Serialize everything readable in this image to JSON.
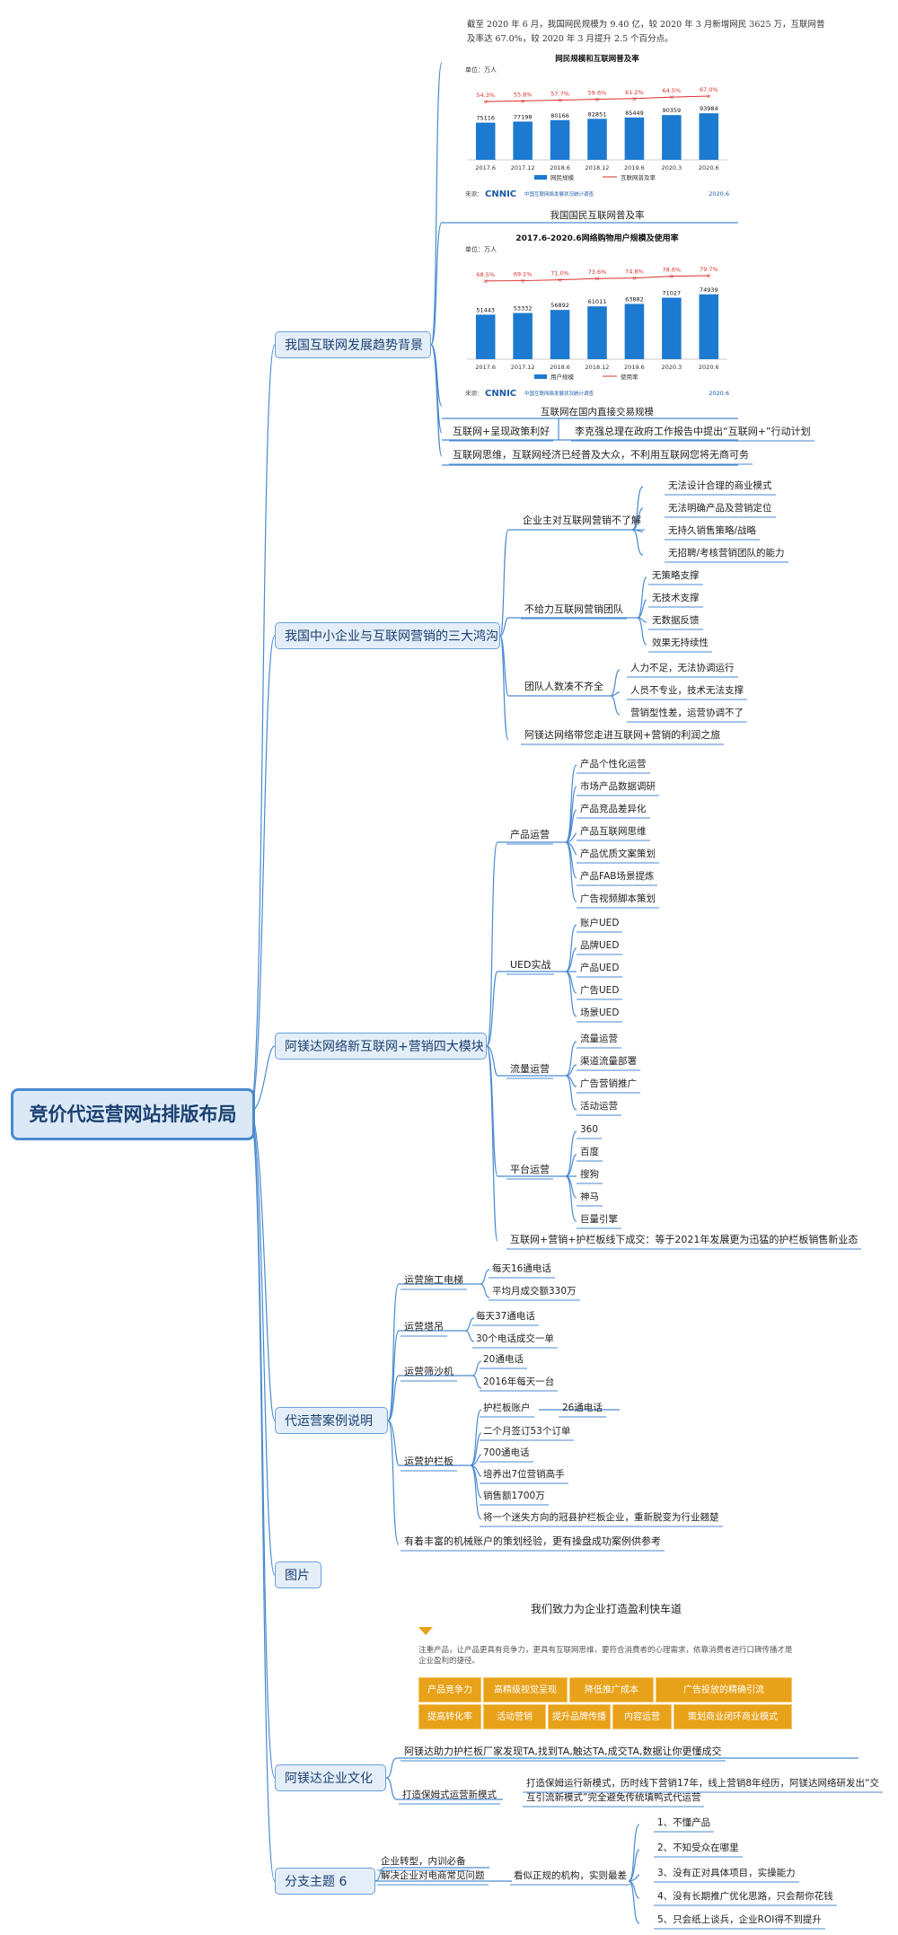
{
  "root": "竞价代运营网站排版布局",
  "topics": {
    "t1": "我国互联网发展趋势背景",
    "t2": "我国中小企业与互联网营销的三大鸿沟",
    "t3": "阿镁达网络新互联网+营销四大模块",
    "t4": "代运营案例说明",
    "t5": "图片",
    "t6": "阿镁达企业文化",
    "t7": "分支主题 6"
  },
  "t1": {
    "intro1": "截至 2020 年 6 月，我国网民规模为 9.40 亿，较 2020 年 3 月新增网民 3625 万，互联网普",
    "intro2": "及率达 67.0%，较 2020 年 3 月提升 2.5 个百分点。",
    "chart1_caption": "我国国民互联网普及率",
    "chart2_caption": "互联网在国内直接交易规模",
    "policy_label": "互联网+呈现政策利好",
    "policy_text": "李克强总理在政府工作报告中提出“互联网+”行动计划",
    "thinking": "互联网思维，互联网经济已经普及大众，不利用互联网您将无商可务"
  },
  "chart_data": [
    {
      "type": "bar",
      "title": "网民规模和互联网普及率",
      "unit": "单位：万人",
      "categories": [
        "2017.6",
        "2017.12",
        "2018.6",
        "2018.12",
        "2019.6",
        "2020.3",
        "2020.6"
      ],
      "series": [
        {
          "name": "网民规模",
          "values": [
            75116,
            77198,
            80166,
            82851,
            85449,
            90359,
            93984
          ]
        },
        {
          "name": "互联网普及率",
          "values": [
            54.3,
            55.8,
            57.7,
            59.6,
            61.2,
            64.5,
            67.0
          ]
        }
      ],
      "percent_labels": [
        "54.3%",
        "55.8%",
        "57.7%",
        "59.6%",
        "61.2%",
        "64.5%",
        "67.0%"
      ],
      "source": "来源：",
      "source_brand": "CNNIC",
      "source_org": "中国互联网络发展状况统计调查",
      "date": "2020.6",
      "bar_color": "#1c7ad0",
      "line_color": "#d9302c"
    },
    {
      "type": "bar",
      "title": "2017.6-2020.6网络购物用户规模及使用率",
      "unit": "单位：万人",
      "categories": [
        "2017.6",
        "2017.12",
        "2018.6",
        "2018.12",
        "2019.6",
        "2020.3",
        "2020.6"
      ],
      "series": [
        {
          "name": "用户规模",
          "values": [
            51443,
            53332,
            56892,
            61011,
            63882,
            71027,
            74939
          ]
        },
        {
          "name": "使用率",
          "values": [
            68.5,
            69.1,
            71.0,
            73.6,
            74.8,
            78.6,
            79.7
          ]
        }
      ],
      "percent_labels": [
        "68.5%",
        "69.1%",
        "71.0%",
        "73.6%",
        "74.8%",
        "78.6%",
        "79.7%"
      ],
      "source": "来源：",
      "source_brand": "CNNIC",
      "source_org": "中国互联网络发展状况统计调查",
      "date": "2020.6",
      "bar_color": "#1c7ad0",
      "line_color": "#d9302c"
    }
  ],
  "t2": {
    "g1": "企业主对互联网营销不了解",
    "g1_items": [
      "无法设计合理的商业模式",
      "无法明确产品及营销定位",
      "无持久销售策略/战略",
      "无招聘/考核营销团队的能力"
    ],
    "g2": "不给力互联网营销团队",
    "g2_items": [
      "无策略支撑",
      "无技术支撑",
      "无数据反馈",
      "效果无持续性"
    ],
    "g3": "团队人数凑不齐全",
    "g3_items": [
      "人力不足，无法协调运行",
      "人员不专业，技术无法支撑",
      "营销型性差，运营协调不了"
    ],
    "tail": "阿镁达网络带您走进互联网+营销的利润之旅"
  },
  "t3": {
    "g1": "产品运营",
    "g1_items": [
      "产品个性化运营",
      "市场产品数据调研",
      "产品竞品差异化",
      "产品互联网思维",
      "产品优质文案策划",
      "产品FAB场景提炼",
      "广告视频脚本策划"
    ],
    "g2": "UED实战",
    "g2_items": [
      "账户UED",
      "品牌UED",
      "产品UED",
      "广告UED",
      "场景UED"
    ],
    "g3": "流量运营",
    "g3_items": [
      "流量运营",
      "渠道流量部署",
      "广告营销推广",
      "活动运营"
    ],
    "g4": "平台运营",
    "g4_items": [
      "360",
      "百度",
      "搜狗",
      "神马",
      "巨量引擎"
    ],
    "tail": "互联网+营销+护栏板线下成交：等于2021年发展更为迅猛的护栏板销售新业态"
  },
  "t4": {
    "c1": "运营施工电梯",
    "c1_items": [
      "每天16通电话",
      "平均月成交额330万"
    ],
    "c2": "运营塔吊",
    "c2_items": [
      "每天37通电话",
      "30个电话成交一单"
    ],
    "c3": "运营筛沙机",
    "c3_items": [
      "20通电话",
      "2016年每天一台"
    ],
    "c4": "运营护栏板",
    "c4_account": "护栏板账户",
    "c4_calls": "26通电话",
    "c4_items": [
      "二个月签订53个订单",
      "700通电话",
      "培养出7位营销高手",
      "销售额1700万",
      "将一个迷失方向的冠县护栏板企业，重新脱变为行业翘楚"
    ],
    "tail": "有着丰富的机械账户的策划经验，更有操盘成功案例供参考"
  },
  "t5": {
    "title": "我们致力为企业打造盈利快车道",
    "note1": "注重产品，让产品更具有竞争力，更具有互联网思维，要符合消费者的心理需求，依靠消费者进行口碑传播才是",
    "note2": "企业盈利的捷径。",
    "row1": [
      "产品竞争力",
      "高精级视觉呈现",
      "降低推广成本",
      "广告投放的精确引流"
    ],
    "row2": [
      "提高转化率",
      "活动营销",
      "提升品牌传播",
      "内容运营",
      "策划商业闭环商业模式"
    ],
    "accent": "#e8a21a"
  },
  "t6": {
    "line1": "阿镁达助力护栏板厂家发现TA,找到TA,触达TA,成交TA,数据让你更懂成交",
    "label2": "打造保姆式运营新模式",
    "text2a": "打造保姆运行新模式，历时线下营销17年，线上营销8年经历，阿镁达网络研发出“交",
    "text2b": "互引流新模式”完全避免传统填鸭式代运营"
  },
  "t7": {
    "a1": "企业转型，内训必备",
    "a2": "解决企业对电商常见问题",
    "mid": "看似正规的机构，实则最差",
    "items": [
      "1、不懂产品",
      "2、不知受众在哪里",
      "3、没有正对具体项目，实操能力",
      "4、没有长期推广优化思路，只会帮你花钱",
      "5、只会纸上谈兵，企业ROI得不到提升"
    ]
  }
}
